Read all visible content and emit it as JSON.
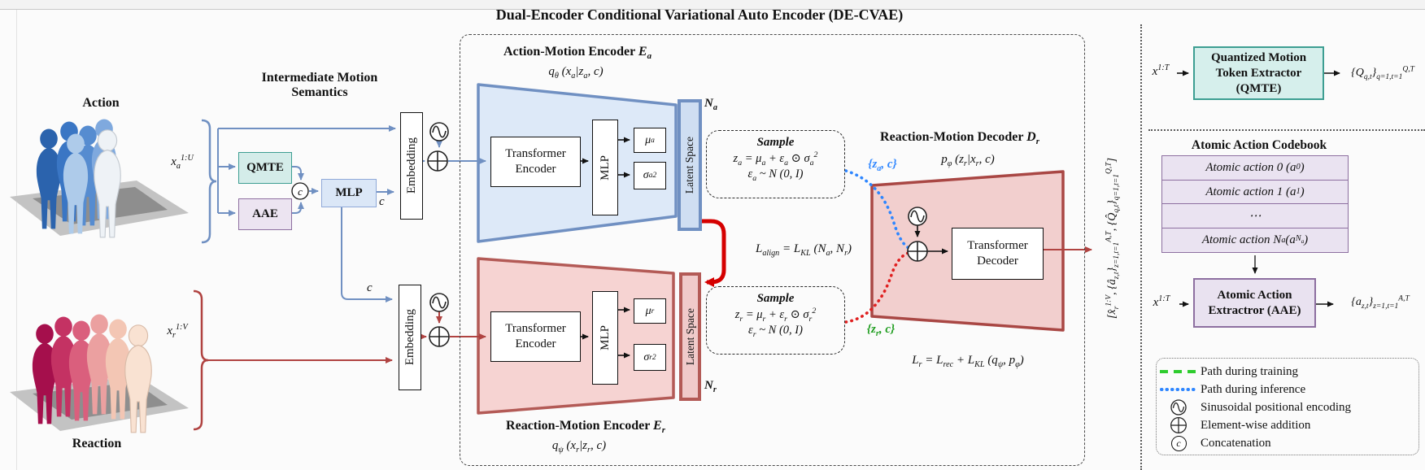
{
  "title": "Dual-Encoder Conditional Variational Auto Encoder (DE-CVAE)",
  "inputs": {
    "action_label": "Action",
    "action_signal": "x_{a}^{1:U}",
    "reaction_label": "Reaction",
    "reaction_signal": "x_{r}^{1:V}"
  },
  "semantics": {
    "heading_line1": "Intermediate Motion",
    "heading_line2": "Semantics",
    "qmte_label": "QMTE",
    "aae_label": "AAE",
    "concat_symbol": "c",
    "mlp_label": "MLP",
    "c_top": "c",
    "c_bottom": "c",
    "embedding_top": "Embedding",
    "embedding_bottom": "Embedding"
  },
  "action_encoder": {
    "title": "Action-Motion Encoder *E_{a}*",
    "distribution": "q_{θ} (x_{a}|z_{a}, c)",
    "transformer": "Transformer Encoder",
    "mlp": "MLP",
    "mu": "μ_{a}",
    "sigma": "σ_{a}^{2}",
    "latent_space": "Latent Space",
    "gaussian": "N_{a}",
    "sample_title": "Sample",
    "sample_eq1": "z_{a} = μ_{a} + ε_{a} ⊙ σ_{a}^{2}",
    "sample_eq2": "ε_{a} ~ N (0, I)"
  },
  "reaction_encoder": {
    "title": "Reaction-Motion Encoder *E_{r}*",
    "distribution": "q_{ψ} (x_{r}|z_{r}, c)",
    "transformer": "Transformer Encoder",
    "mlp": "MLP",
    "mu": "μ_{r}",
    "sigma": "σ_{r}^{2}",
    "latent_space": "Latent Space",
    "gaussian": "N_{r}",
    "sample_title": "Sample",
    "sample_eq1": "z_{r} = μ_{r} + ε_{r} ⊙ σ_{r}^{2}",
    "sample_eq2": "ε_{r} ~ N (0, I)"
  },
  "decoder": {
    "title": "Reaction-Motion Decoder *D_{r}*",
    "distribution": "p_{φ} (z_{r}|x_{r}, c)",
    "transformer": "Transformer Decoder",
    "za_c": "{z_{a}, c}",
    "zr_c": "{z_{r}, c}"
  },
  "losses": {
    "align": "L_{align} = L_{KL} (N_{a}, N_{r})",
    "reconstruction": "L_{r} = L_{rec} + L_{KL} (q_{ψ}, p_{φ})"
  },
  "output_label": "[x̂_{r}^{1:V}, {â_{z,t}}_{z=1,t=1}^{A,T}, {Q̂_{q,t}}_{q=1,t=1}^{Q,T}]",
  "right_panel": {
    "qmte_input": "x^{1:T}",
    "qmte_box": "Quantized Motion Token Extractor (QMTE)",
    "qmte_output": "{Q_{q,t}}_{q=1,t=1}^{Q,T}",
    "codebook_title": "Atomic Action Codebook",
    "codebook_rows": [
      "Atomic action 0 (a^{0})",
      "Atomic action 1 (a^{1})",
      "⋯",
      "Atomic action N_{a} (a^{N_{a}})"
    ],
    "aae_input": "x^{1:T}",
    "aae_box": "Atomic Action Extractror (AAE)",
    "aae_output": "{a_{z,t}}_{z=1,t=1}^{A,T}"
  },
  "legend": {
    "items": [
      {
        "label": "Path during training"
      },
      {
        "label": "Path during inference"
      },
      {
        "label": "Sinusoidal positional encoding"
      },
      {
        "label": "Element-wise addition"
      },
      {
        "label": "Concatenation"
      }
    ],
    "concat_symbol": "c"
  },
  "colors": {
    "action_path_blue": "#7090c2",
    "reaction_path_red": "#b04341",
    "align_arrow_red": "#d50000",
    "inference_blue": "#2e86ff",
    "training_green": "#2ecc2e",
    "zr_c_green": "#1f9d1f",
    "qmte_teal": "#3d9e92",
    "aae_purple": "#8d6fa0",
    "encoder_blue_fill": "#dde9f8",
    "encoder_red_fill": "#f6d3d2"
  }
}
